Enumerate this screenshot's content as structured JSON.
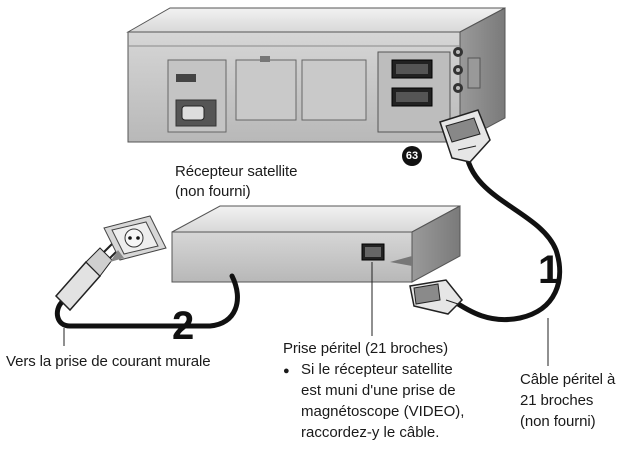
{
  "labels": {
    "receiver": [
      "Récepteur satellite",
      "(non fourni)"
    ],
    "wall_outlet": "Vers la prise de courant murale",
    "scart_socket": "Prise péritel (21 broches)",
    "note_bullet": "●",
    "note_lines": [
      "Si le récepteur satellite",
      "est muni d'une prise de",
      "magnétoscope (VIDEO),",
      "raccordez-y le câble."
    ],
    "scart_cable": [
      "Câble péritel à",
      "21 broches",
      "(non fourni)"
    ]
  },
  "steps": {
    "one": "1",
    "two": "2"
  },
  "badge": "63"
}
